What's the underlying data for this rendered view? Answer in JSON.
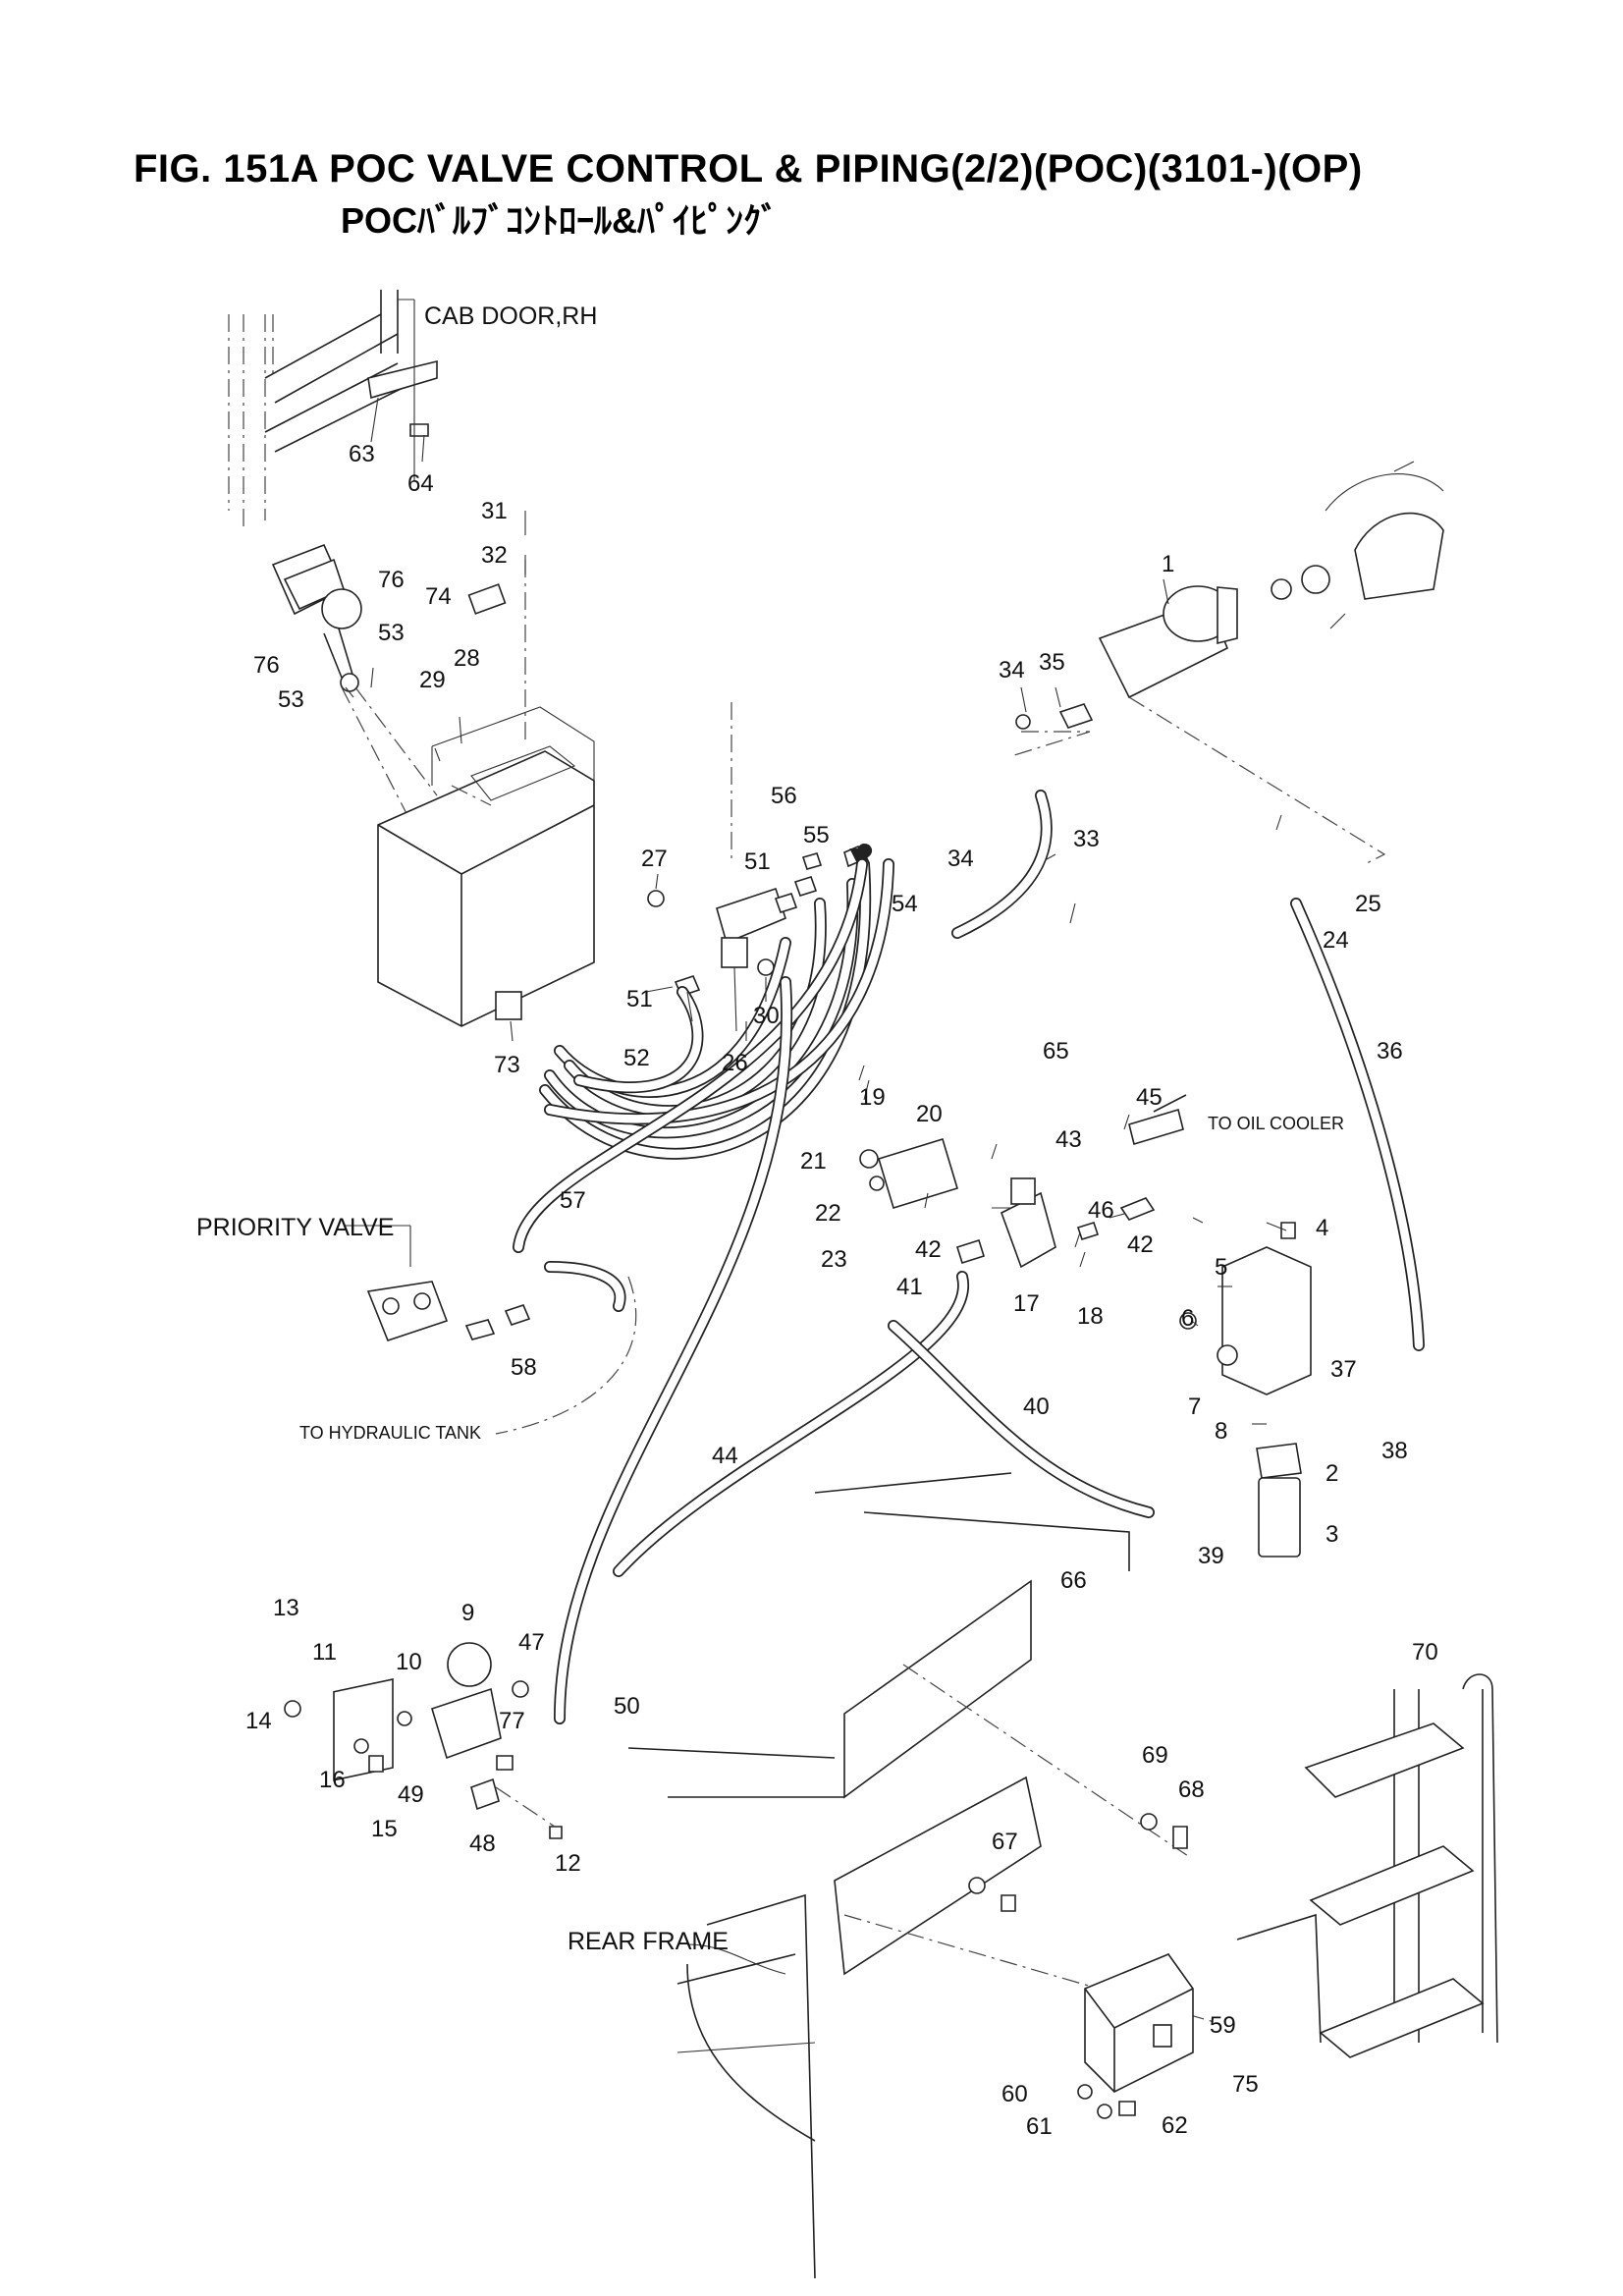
{
  "title": {
    "line1": "FIG. 151A  POC VALVE CONTROL & PIPING(2/2)(POC)(3101-)(OP)",
    "line2": "POCﾊﾞﾙﾌﾞｺﾝﾄﾛｰﾙ&ﾊﾟｲﾋﾟﾝｸﾞ"
  },
  "labels": {
    "cab_door": "CAB DOOR,RH",
    "priority_valve": "PRIORITY VALVE",
    "to_hydraulic_tank": "TO HYDRAULIC TANK",
    "to_oil_cooler": "TO OIL COOLER",
    "rear_frame": "REAR FRAME"
  },
  "callouts": {
    "c1": "1",
    "c2": "2",
    "c3": "3",
    "c4": "4",
    "c5": "5",
    "c6": "6",
    "c7": "7",
    "c8": "8",
    "c9": "9",
    "c10": "10",
    "c11": "11",
    "c12": "12",
    "c13": "13",
    "c14": "14",
    "c15": "15",
    "c16": "16",
    "c17": "17",
    "c18": "18",
    "c19": "19",
    "c20": "20",
    "c21": "21",
    "c22": "22",
    "c23": "23",
    "c24": "24",
    "c25": "25",
    "c26": "26",
    "c27": "27",
    "c28": "28",
    "c29": "29",
    "c30": "30",
    "c31": "31",
    "c32": "32",
    "c33": "33",
    "c34a": "34",
    "c34b": "34",
    "c35": "35",
    "c36": "36",
    "c37": "37",
    "c38": "38",
    "c39": "39",
    "c40": "40",
    "c41": "41",
    "c42a": "42",
    "c42b": "42",
    "c43": "43",
    "c44": "44",
    "c45": "45",
    "c46": "46",
    "c47": "47",
    "c48": "48",
    "c49": "49",
    "c50": "50",
    "c51a": "51",
    "c51b": "51",
    "c52": "52",
    "c53a": "53",
    "c53b": "53",
    "c54": "54",
    "c55": "55",
    "c56": "56",
    "c57": "57",
    "c58": "58",
    "c59": "59",
    "c60": "60",
    "c61": "61",
    "c62": "62",
    "c63": "63",
    "c64": "64",
    "c65": "65",
    "c66": "66",
    "c67": "67",
    "c68": "68",
    "c69": "69",
    "c70": "70",
    "c73": "73",
    "c74": "74",
    "c75": "75",
    "c76a": "76",
    "c76b": "76",
    "c77": "77"
  }
}
